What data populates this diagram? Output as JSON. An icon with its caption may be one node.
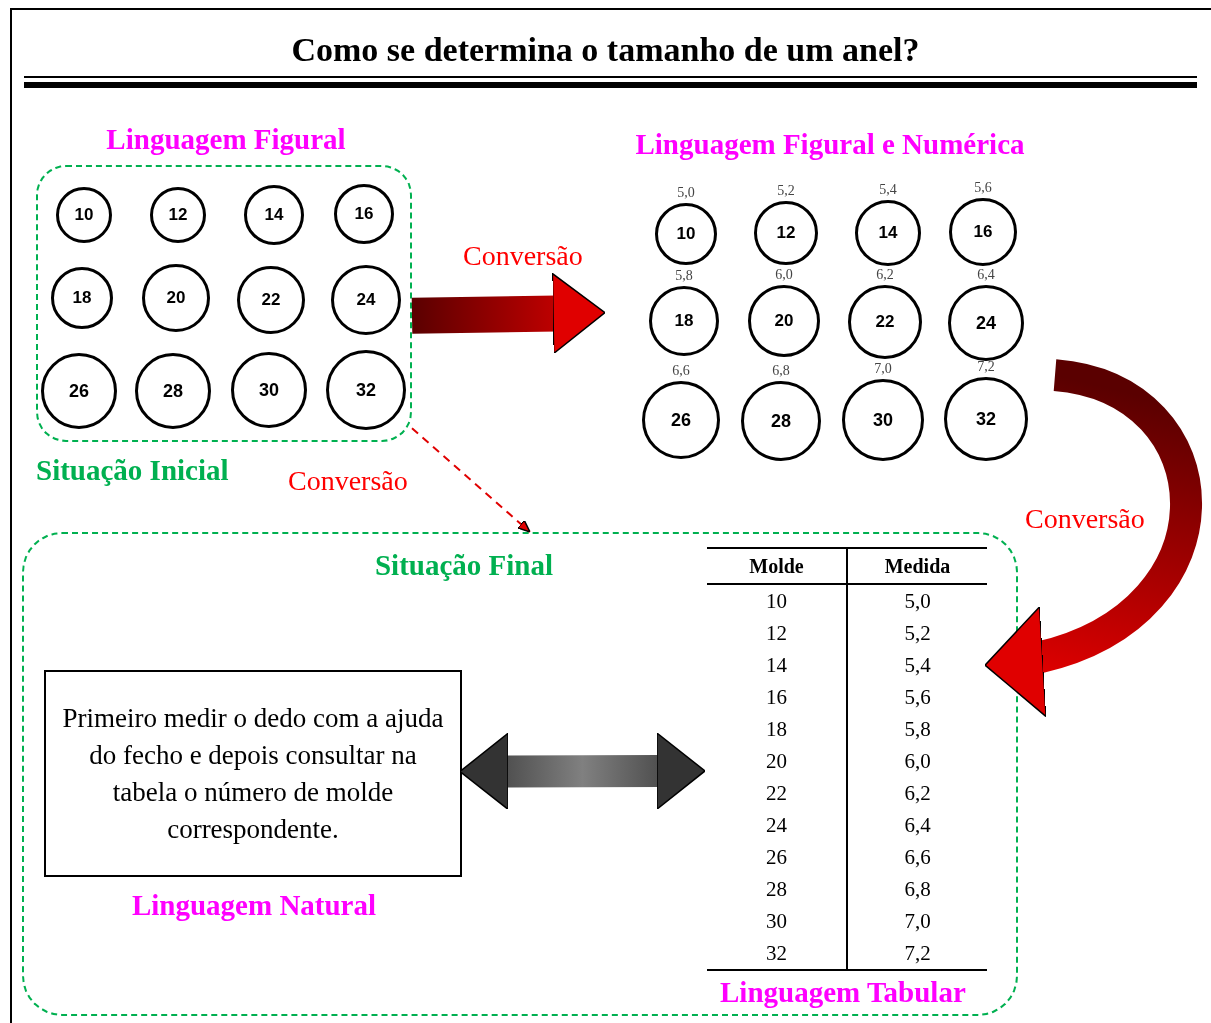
{
  "diagram": {
    "title": "Como se determina o tamanho de um anel?",
    "nodes": [
      {
        "text": [
          "Linguagem Figural",
          "Situação Inicial"
        ]
      },
      {
        "text": [
          "10"
        ],
        "in": 0
      },
      {
        "text": [
          "12"
        ],
        "in": 0
      },
      {
        "text": [
          "14"
        ],
        "in": 0
      },
      {
        "text": [
          "16"
        ],
        "in": 0
      },
      {
        "text": [
          "18"
        ],
        "in": 0
      },
      {
        "text": [
          "20"
        ],
        "in": 0
      },
      {
        "text": [
          "22"
        ],
        "in": 0
      },
      {
        "text": [
          "24"
        ],
        "in": 0
      },
      {
        "text": [
          "26"
        ],
        "in": 0
      },
      {
        "text": [
          "28"
        ],
        "in": 0
      },
      {
        "text": [
          "30"
        ],
        "in": 0
      },
      {
        "text": [
          "32"
        ],
        "in": 0
      },
      {
        "text": [
          "Linguagem Figural e Numérica"
        ]
      },
      {
        "text": [
          "10"
        ],
        "in": 13,
        "beside": [
          "5,0"
        ]
      },
      {
        "text": [
          "12"
        ],
        "in": 13,
        "beside": [
          "5,2"
        ]
      },
      {
        "text": [
          "14"
        ],
        "in": 13,
        "beside": [
          "5,4"
        ]
      },
      {
        "text": [
          "16"
        ],
        "in": 13,
        "beside": [
          "5,6"
        ]
      },
      {
        "text": [
          "18"
        ],
        "in": 13,
        "beside": [
          "5,8"
        ]
      },
      {
        "text": [
          "20"
        ],
        "in": 13,
        "beside": [
          "6,0"
        ]
      },
      {
        "text": [
          "22"
        ],
        "in": 13,
        "beside": [
          "6,2"
        ]
      },
      {
        "text": [
          "24"
        ],
        "in": 13,
        "beside": [
          "6,4"
        ]
      },
      {
        "text": [
          "26"
        ],
        "in": 13,
        "beside": [
          "6,6"
        ]
      },
      {
        "text": [
          "28"
        ],
        "in": 13,
        "beside": [
          "6,8"
        ]
      },
      {
        "text": [
          "30"
        ],
        "in": 13,
        "beside": [
          "7,0"
        ]
      },
      {
        "text": [
          "32"
        ],
        "in": 13,
        "beside": [
          "7,2"
        ]
      },
      {
        "text": [
          "Situação Final"
        ]
      },
      {
        "text": [
          "Primeiro medir o dedo com a ajuda do fecho e depois consultar na tabela o número de molde correspondente.",
          "Linguagem Natural"
        ],
        "in": 26
      },
      {
        "text": [
          "Linguagem Tabular"
        ],
        "in": 26
      }
    ],
    "edges": [
      {
        "from": 0,
        "to": 13,
        "arrow": "to",
        "label": "Conversão"
      },
      {
        "from": 0,
        "to": 26,
        "arrow": "to",
        "label": "Conversão",
        "style": "dashed"
      },
      {
        "from": 13,
        "to": 28,
        "arrow": "to",
        "label": "Conversão"
      },
      {
        "from": 27,
        "to": 28,
        "arrow": "both",
        "color": "#808080"
      }
    ],
    "labels": [
      "Molde",
      "Medida",
      "10",
      "5,0",
      "12",
      "5,2",
      "14",
      "5,4",
      "16",
      "5,6",
      "18",
      "5,8",
      "20",
      "6,0",
      "22",
      "6,2",
      "24",
      "6,4",
      "26",
      "6,6",
      "28",
      "6,8",
      "30",
      "7,0",
      "32",
      "7,2"
    ]
  }
}
